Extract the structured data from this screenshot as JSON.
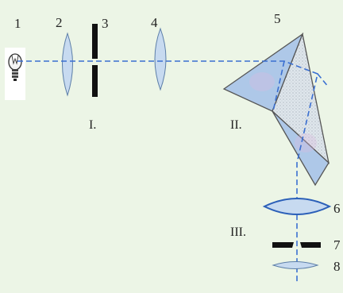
{
  "diagram": {
    "background": "#ecf5e6",
    "beam_color": "#3a6fd1",
    "lens_fill": "#c7daf0",
    "prism_fill": "#aec8e8",
    "prism_dotted_fill": "#dfe6ec",
    "aperture_color": "#111111",
    "labels": {
      "n1": "1",
      "n2": "2",
      "n3": "3",
      "n4": "4",
      "n5": "5",
      "n6": "6",
      "n7": "7",
      "n8": "8"
    },
    "sections": {
      "s1": "I.",
      "s2": "II.",
      "s3": "III."
    }
  }
}
